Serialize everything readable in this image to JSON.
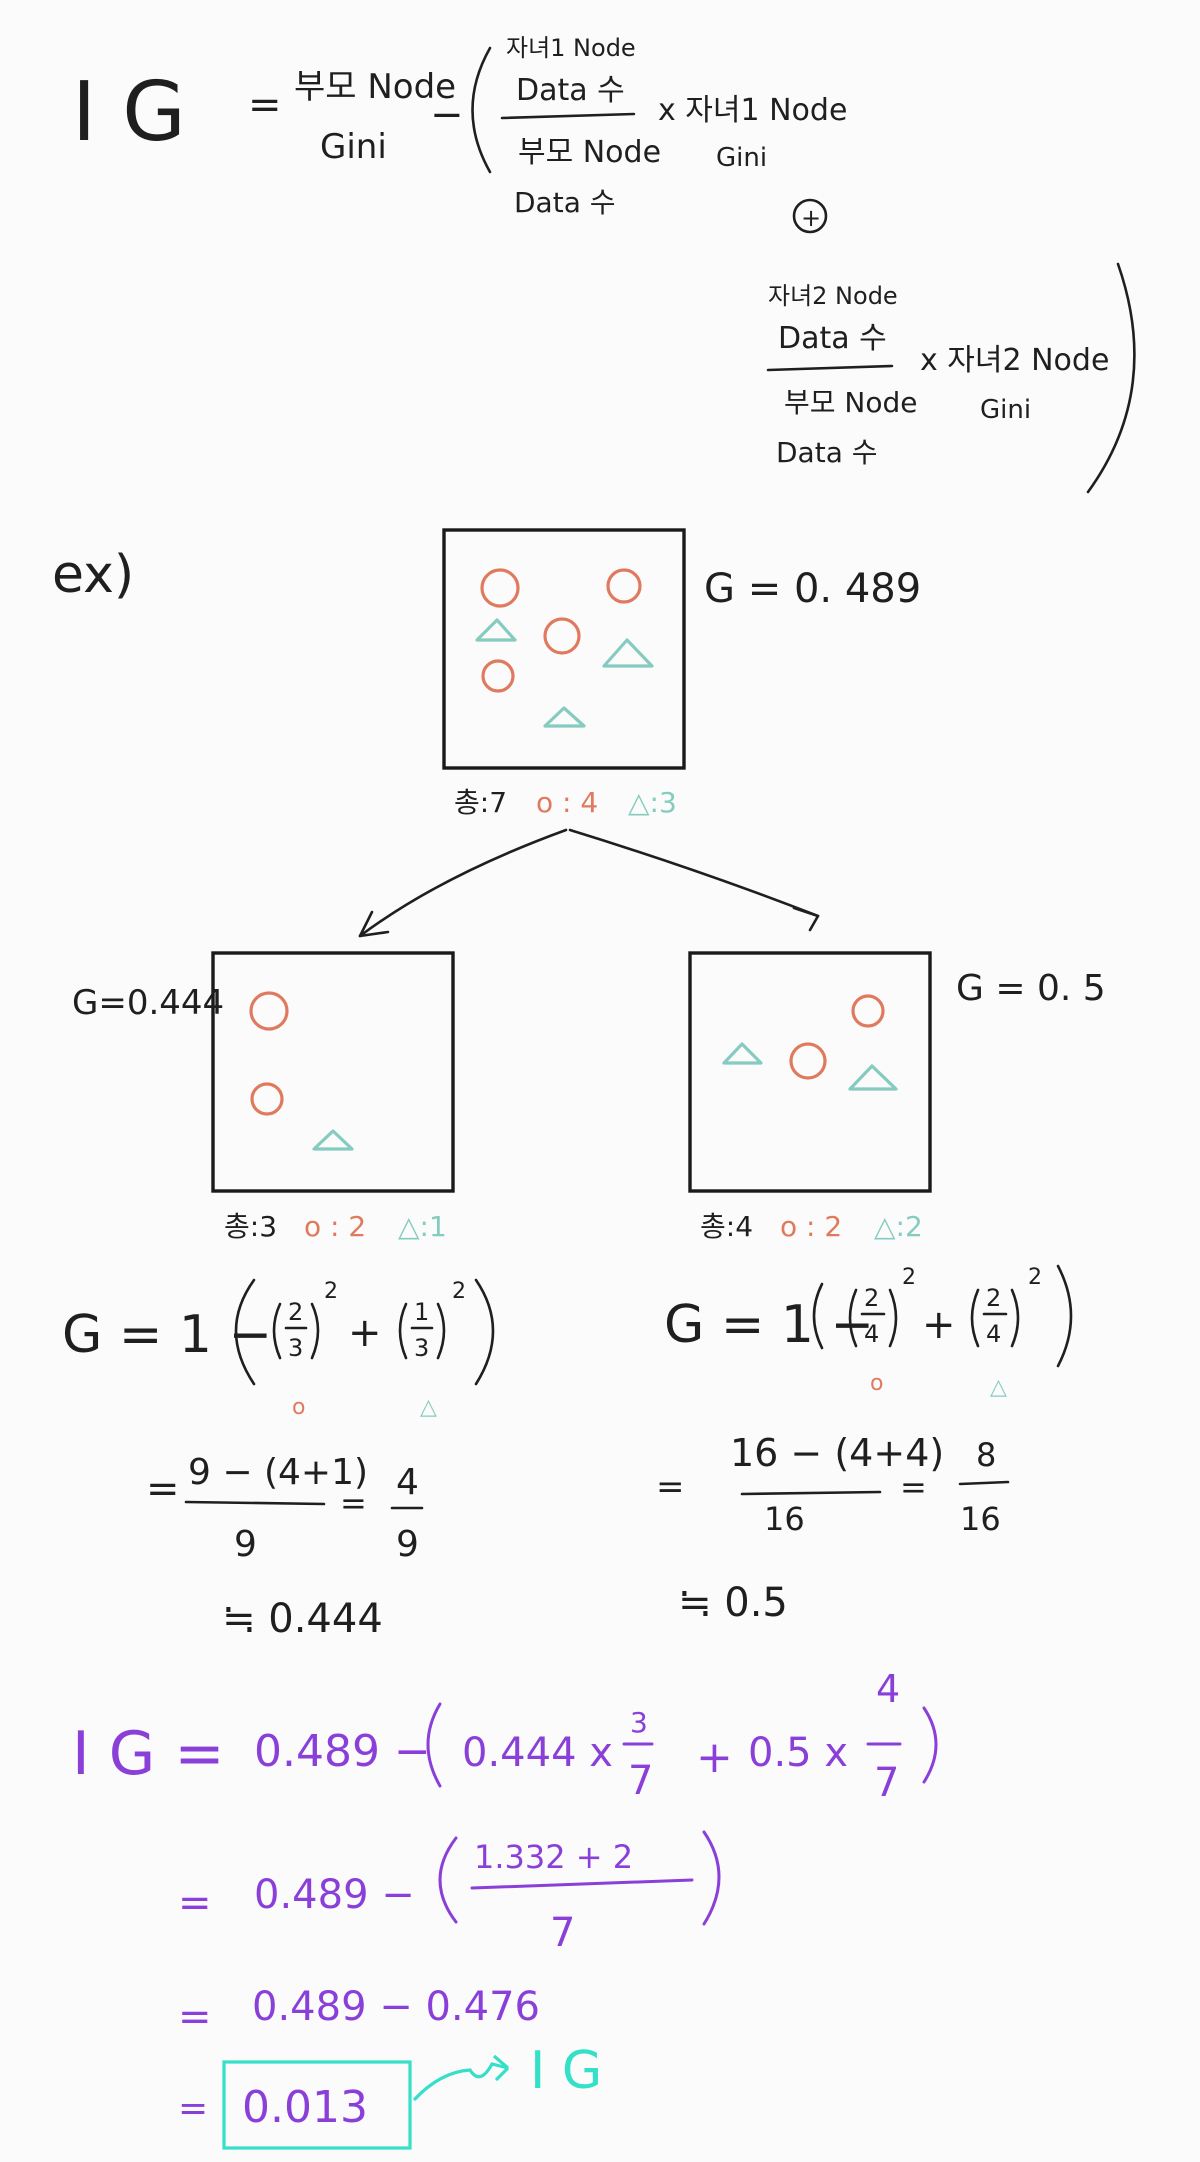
{
  "formula": {
    "lhs": "I G",
    "eq": "=",
    "parent_line1": "부모 Node",
    "parent_line2": "Gini",
    "minus": "−",
    "c1_num_line1": "자녀1 Node",
    "c1_num_line2": "Data 수",
    "c1_den_line1": "부모 Node",
    "c1_den_line2": "Data 수",
    "c1_times": "x 자녀1 Node",
    "c1_gini": "Gini",
    "plus": "+",
    "c2_num_line1": "자녀2 Node",
    "c2_num_line2": "Data 수",
    "c2_den_line1": "부모 Node",
    "c2_den_line2": "Data 수",
    "c2_times": "x 자녀2 Node",
    "c2_gini": "Gini"
  },
  "example": {
    "label": "ex)",
    "parent": {
      "gini": "G = 0. 489",
      "total": "총:7",
      "circle_count": "o : 4",
      "triangle_count": "△:3",
      "circles": 4,
      "triangles": 3
    },
    "left": {
      "gini": "G=0.444",
      "total": "총:3",
      "circle_count": "o : 2",
      "triangle_count": "△:1",
      "circles": 2,
      "triangles": 1,
      "calc": {
        "lead": "G = 1 −",
        "frac1_num": "2",
        "frac1_den": "3",
        "frac2_num": "1",
        "frac2_den": "3",
        "plus": "+",
        "exp": "2",
        "under1": "o",
        "under2": "△",
        "step_eq": "=",
        "step_num": "9 − (4+1)",
        "step_den": "9",
        "step_eq2": "=",
        "step_res_num": "4",
        "step_res_den": "9",
        "approx": "≒ 0.444"
      }
    },
    "right": {
      "gini": "G = 0. 5",
      "total": "총:4",
      "circle_count": "o : 2",
      "triangle_count": "△:2",
      "circles": 2,
      "triangles": 2,
      "calc": {
        "lead": "G = 1 −",
        "frac1_num": "2",
        "frac1_den": "4",
        "frac2_num": "2",
        "frac2_den": "4",
        "plus": "+",
        "exp": "2",
        "under1": "o",
        "under2": "△",
        "step_eq": "=",
        "step_num": "16 − (4+4)",
        "step_den": "16",
        "step_eq2": "=",
        "step_res_num": "8",
        "step_res_den": "16",
        "approx": "≒ 0.5"
      }
    }
  },
  "ig_calc": {
    "lhs": "I G =",
    "line1_a": "0.489 −",
    "line1_b": "0.444 x",
    "frac_a_num": "3",
    "frac_a_den": "7",
    "line1_plus": "+",
    "line1_c": "0.5 x",
    "frac_b_num": "4",
    "frac_b_den": "7",
    "line2_eq": "=",
    "line2_a": "0.489 −",
    "line2_num": "1.332 + 2",
    "line2_den": "7",
    "line3_eq": "=",
    "line3": "0.489 − 0.476",
    "line4_eq": "=",
    "result": "0.013",
    "result_label": "I G"
  },
  "colors": {
    "ink": "#1f1f1f",
    "circle": "#e07a5f",
    "triangle": "#86cbbf",
    "ig_text": "#8a3fd9",
    "highlight": "#34e0c8"
  }
}
